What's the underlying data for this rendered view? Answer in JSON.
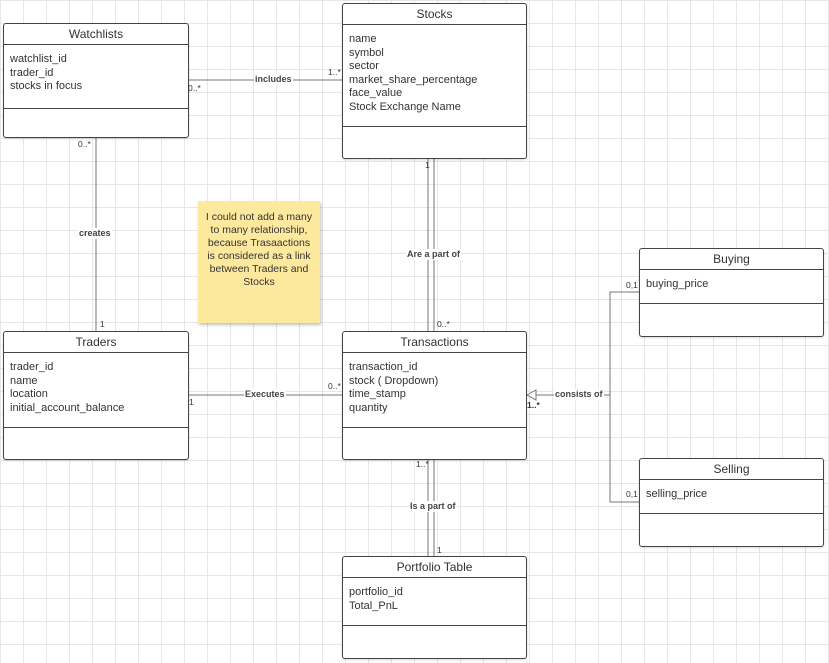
{
  "classes": {
    "watchlists": {
      "title": "Watchlists",
      "attrs": [
        "watchlist_id",
        "trader_id",
        "stocks in focus"
      ]
    },
    "stocks": {
      "title": "Stocks",
      "attrs": [
        "name",
        "symbol",
        "sector",
        "market_share_percentage",
        "face_value",
        "Stock Exchange Name"
      ]
    },
    "traders": {
      "title": "Traders",
      "attrs": [
        "trader_id",
        "name",
        "location",
        "initial_account_balance"
      ]
    },
    "transactions": {
      "title": "Transactions",
      "attrs": [
        "transaction_id",
        "stock ( Dropdown)",
        "time_stamp",
        "quantity"
      ]
    },
    "buying": {
      "title": "Buying",
      "attrs": [
        "buying_price"
      ]
    },
    "selling": {
      "title": "Selling",
      "attrs": [
        "selling_price"
      ]
    },
    "portfolio": {
      "title": "Portfolio Table",
      "attrs": [
        "portfolio_id",
        "Total_PnL"
      ]
    }
  },
  "relations": {
    "includes": {
      "label": "includes",
      "from_mult": "0..*",
      "to_mult": "1..*"
    },
    "creates": {
      "label": "creates",
      "from_mult": "0..*",
      "to_mult": "1"
    },
    "part_of_stocks": {
      "label": "Are a part of",
      "from_mult": "1",
      "to_mult": "0..*"
    },
    "executes": {
      "label": "Executes",
      "from_mult": "1",
      "to_mult": "0..*"
    },
    "consists_of": {
      "label": "consists of",
      "trans_mult": "1..*",
      "buying_mult": "0,1",
      "selling_mult": "0,1"
    },
    "part_of_portfolio": {
      "label": "Is a part of",
      "from_mult": "1..*",
      "to_mult": "1"
    }
  },
  "note": {
    "text": "I could not add a many to many relationship, because Trasaactions is considered as a link between Traders and Stocks"
  }
}
